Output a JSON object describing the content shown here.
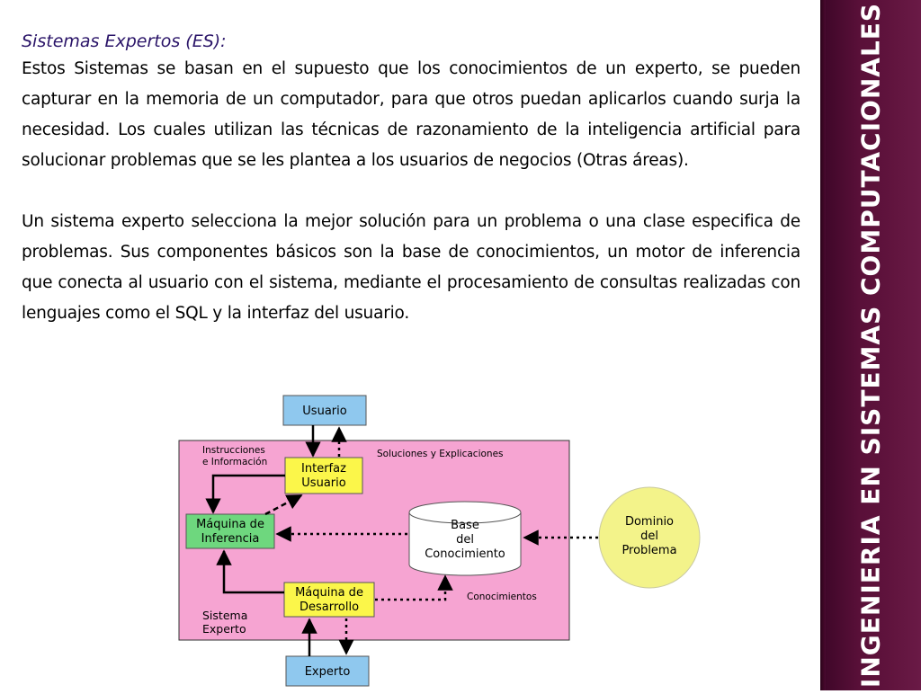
{
  "section": {
    "heading": "Sistemas Expertos (ES):",
    "paragraph1": "Estos Sistemas se basan en el supuesto que los conocimientos de  un experto, se pueden capturar en la memoria de un computador,  para que otros puedan aplicarlos cuando surja la necesidad. Los cuales utilizan las técnicas de razonamiento de la inteligencia artificial para solucionar problemas que se les plantea a los usuarios de negocios (Otras áreas).",
    "paragraph2": "Un sistema experto selecciona la mejor solución para un problema o una clase especifica de problemas. Sus componentes básicos son la base de conocimientos, un motor de inferencia que conecta al usuario con el sistema, mediante el procesamiento de consultas realizadas con lenguajes como el SQL y la interfaz del usuario."
  },
  "sidebar": {
    "title": "INGENIERIA EN SISTEMAS COMPUTACIONALES"
  },
  "diagram": {
    "usuario": "Usuario",
    "experto": "Experto",
    "instrucciones_line1": "Instrucciones",
    "instrucciones_line2": "e Información",
    "soluciones": "Soluciones y Explicaciones",
    "interfaz_line1": "Interfaz",
    "interfaz_line2": "Usuario",
    "maquina_inferencia_line1": "Máquina de",
    "maquina_inferencia_line2": "Inferencia",
    "base_line1": "Base",
    "base_line2": "del",
    "base_line3": "Conocimiento",
    "dominio_line1": "Dominio",
    "dominio_line2": "del",
    "dominio_line3": "Problema",
    "maquina_desarrollo_line1": "Máquina de",
    "maquina_desarrollo_line2": "Desarrollo",
    "conocimientos": "Conocimientos",
    "sistema_line1": "Sistema",
    "sistema_line2": "Experto"
  },
  "colors": {
    "heading": "#2a1468",
    "sidebar": "#5a1039",
    "system_bg": "#f6a4d2",
    "user_box": "#8fc8ee",
    "yellow_box": "#fbf64a",
    "green_box": "#6ed77e",
    "domain_circle": "#f3f38a"
  }
}
